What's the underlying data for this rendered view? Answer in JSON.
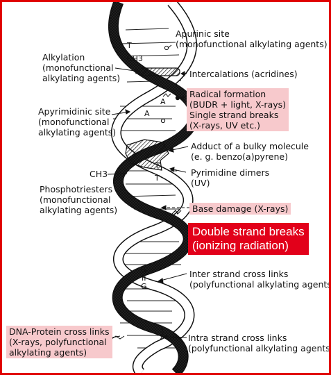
{
  "labels": {
    "apurinic": [
      "Apurinic site",
      "(monofunctional alkylating agents)"
    ],
    "alkylation": [
      "Alkylation",
      "(monofunctional",
      "alkylating agents)"
    ],
    "intercalations": [
      "Intercalations (acridines)"
    ],
    "radical": [
      "Radical formation",
      "(BUDR + light, X-rays)",
      "Single strand breaks",
      "(X-rays, UV etc.)"
    ],
    "apyrimidinic": [
      "Apyrimidinic site",
      "(monofunctional",
      "alkylating agents)"
    ],
    "adduct": [
      "Adduct of a bulky molecule",
      "(e. g. benzo(a)pyrene)"
    ],
    "ch3_left": "CH3",
    "pyrimidine": [
      "Pyrimidine dimers",
      "(UV)"
    ],
    "phospho": [
      "Phosphotriesters",
      "(monofunctional",
      "alkylating agents)"
    ],
    "base_damage": "Base damage (X-rays)",
    "double_strand": [
      "Double strand breaks",
      "(ionizing radiation)"
    ],
    "inter": [
      "Inter strand cross links",
      "(polyfunctional alkylating agents)"
    ],
    "dna_protein": [
      "DNA-Protein cross links",
      "(X-rays, polyfunctional",
      "alkylating agents)"
    ],
    "intra": [
      "Intra strand cross links",
      "(polyfunctional alkylating agents)"
    ]
  },
  "helix_marks": {
    "t_top": "T",
    "ch3_top": "CH3",
    "a_upper": "A",
    "a_lower": "A",
    "t_mid1": "T",
    "t_mid2": "T",
    "g_top": "G",
    "g_bottom": "G",
    "cross_link": "II"
  },
  "colors": {
    "frame": "#e00000",
    "highlight": "#f7c9cc",
    "alert_box": "#e2001a"
  }
}
